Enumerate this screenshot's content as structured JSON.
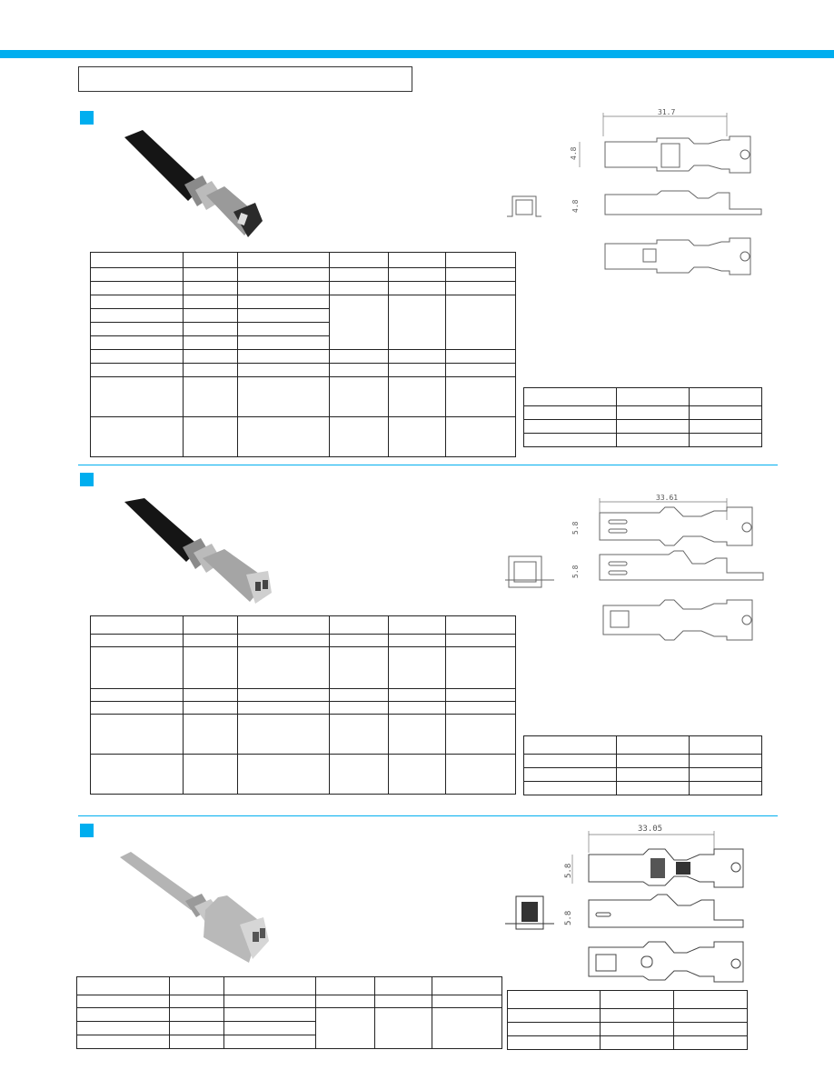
{
  "colors": {
    "accent": "#00aeef",
    "rule": "#222222"
  },
  "sections": [
    {
      "photo_icon": "wire-terminal-photo-dark-cable",
      "dims": {
        "length": "31.7",
        "width": "4.8",
        "width2": "4.8"
      }
    },
    {
      "photo_icon": "wire-terminal-photo-dark-cable",
      "dims": {
        "length": "33.61",
        "width": "5.8",
        "width2": "5.8"
      }
    },
    {
      "photo_icon": "wire-terminal-photo-light-cable",
      "dims": {
        "length": "33.05",
        "width": "5.8",
        "width2": "5.8"
      }
    }
  ]
}
